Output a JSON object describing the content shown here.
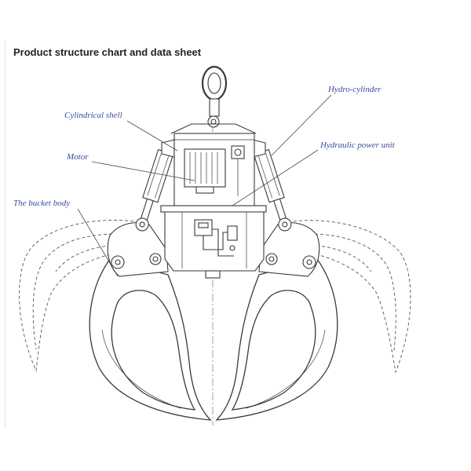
{
  "page": {
    "title": "Product structure chart and data sheet"
  },
  "diagram": {
    "labels": {
      "hydro_cylinder": "Hydro-cylinder",
      "cylindrical_shell": "Cylindrical shell",
      "hydraulic_power_unit": "Hydraulic power unit",
      "motor": "Motor",
      "bucket_body": "The bucket body"
    }
  },
  "colors": {
    "label": "#3b4b9c",
    "line": "#3a3a3a"
  }
}
